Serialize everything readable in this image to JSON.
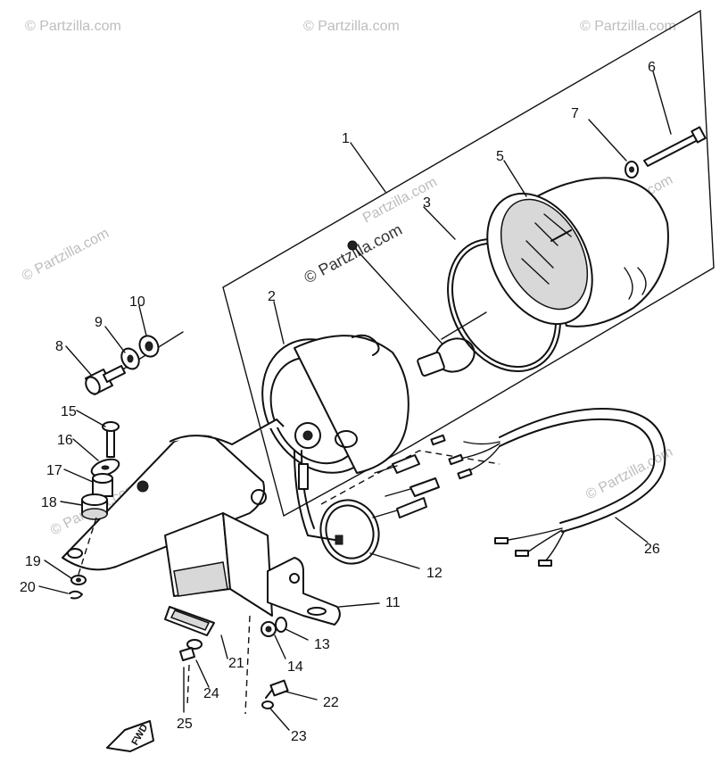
{
  "watermarks": {
    "tl": "© Partzilla.com",
    "tc": "© Partzilla.com",
    "tr": "© Partzilla.com",
    "ml": "© Partzilla.com",
    "mr": "© Partzilla.com",
    "center": "© Partzilla.com",
    "center_dup": "Partzilla.com",
    "bl": "© Partzilla.com",
    "br": "© Partzilla.com"
  },
  "callouts": {
    "n1": "1",
    "n2": "2",
    "n3": "3",
    "n5": "5",
    "n6": "6",
    "n7": "7",
    "n8": "8",
    "n9": "9",
    "n10": "10",
    "n11": "11",
    "n12": "12",
    "n13": "13",
    "n14": "14",
    "n15": "15",
    "n16": "16",
    "n17": "17",
    "n18": "18",
    "n19": "19",
    "n20": "20",
    "n21": "21",
    "n22": "22",
    "n23": "23",
    "n24": "24",
    "n25": "25",
    "n26": "26"
  },
  "direction_marker": "FWD"
}
